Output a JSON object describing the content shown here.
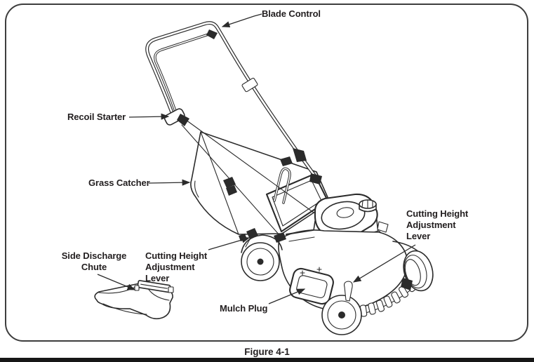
{
  "figure": {
    "caption": "Figure 4-1"
  },
  "diagram": {
    "callouts": [
      {
        "id": "blade-control",
        "text": "Blade Control"
      },
      {
        "id": "recoil-starter",
        "text": "Recoil Starter"
      },
      {
        "id": "grass-catcher",
        "text": "Grass Catcher"
      },
      {
        "id": "side-discharge-chute",
        "text": "Side Discharge Chute"
      },
      {
        "id": "cutting-height-adjustment-lever-left",
        "text": "Cutting Height Adjustment Lever"
      },
      {
        "id": "cutting-height-adjustment-lever-right",
        "text": "Cutting Height Adjustment Lever"
      },
      {
        "id": "mulch-plug",
        "text": "Mulch Plug"
      }
    ]
  },
  "colors": {
    "background": "#ffffff",
    "line_art": "#2b2b2b",
    "label_text": "#221e1f",
    "frame_border": "#3d3d3d",
    "footer_bar": "#161616"
  }
}
